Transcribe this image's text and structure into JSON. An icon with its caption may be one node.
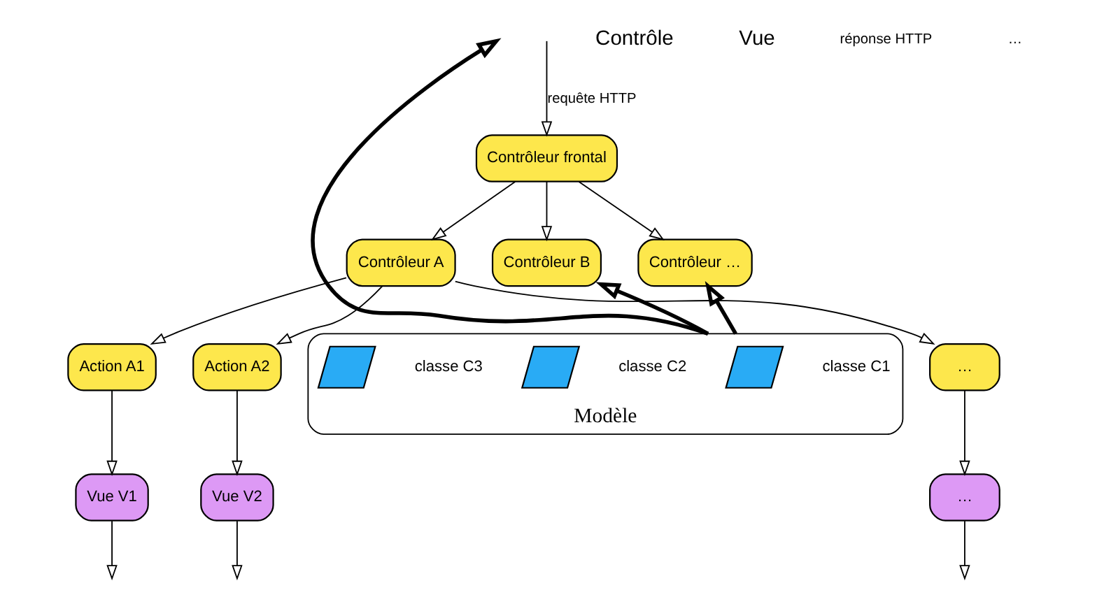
{
  "diagram": {
    "nodes": [
      {
        "text": [
          "Contrôleur frontal"
        ]
      },
      {
        "text": [
          "Contrôleur A"
        ]
      },
      {
        "text": [
          "Contrôleur B"
        ]
      },
      {
        "text": [
          "Contrôleur …"
        ]
      },
      {
        "text": [
          "Action A1"
        ]
      },
      {
        "text": [
          "Action A2"
        ]
      },
      {
        "text": [
          "…"
        ]
      },
      {
        "text": [
          "Vue V1"
        ]
      },
      {
        "text": [
          "Vue V2"
        ]
      },
      {
        "text": [
          "…"
        ]
      },
      {
        "text": [
          "Modèle"
        ]
      },
      {
        "text": [],
        "shape": "parallelogram",
        "beside": [
          "classe C1"
        ],
        "in": 10
      },
      {
        "text": [],
        "shape": "parallelogram",
        "beside": [
          "classe C2"
        ],
        "in": 10
      },
      {
        "text": [],
        "shape": "parallelogram",
        "beside": [
          "classe C3"
        ],
        "in": 10
      }
    ],
    "edges": [
      {
        "from": null,
        "to": 0,
        "arrow": "to",
        "label": "requête HTTP"
      },
      {
        "from": 0,
        "to": 1,
        "arrow": "to"
      },
      {
        "from": 0,
        "to": 2,
        "arrow": "to"
      },
      {
        "from": 0,
        "to": 3,
        "arrow": "to"
      },
      {
        "from": 1,
        "to": 4,
        "arrow": "to"
      },
      {
        "from": 1,
        "to": 5,
        "arrow": "to"
      },
      {
        "from": 1,
        "to": 6,
        "arrow": "to"
      },
      {
        "from": 4,
        "to": 7,
        "arrow": "to"
      },
      {
        "from": 5,
        "to": 8,
        "arrow": "to"
      },
      {
        "from": 6,
        "to": 9,
        "arrow": "to"
      },
      {
        "from": 7,
        "to": null,
        "arrow": "to"
      },
      {
        "from": 8,
        "to": null,
        "arrow": "to"
      },
      {
        "from": 9,
        "to": null,
        "arrow": "to"
      },
      {
        "from": 10,
        "to": 2,
        "arrow": "to",
        "style": "thick"
      },
      {
        "from": 10,
        "to": 3,
        "arrow": "to",
        "style": "thick"
      },
      {
        "from": 10,
        "to": null,
        "arrow": "to",
        "style": "thick"
      }
    ],
    "labels": [
      "Contrôle",
      "Vue",
      "réponse HTTP",
      "…"
    ]
  }
}
